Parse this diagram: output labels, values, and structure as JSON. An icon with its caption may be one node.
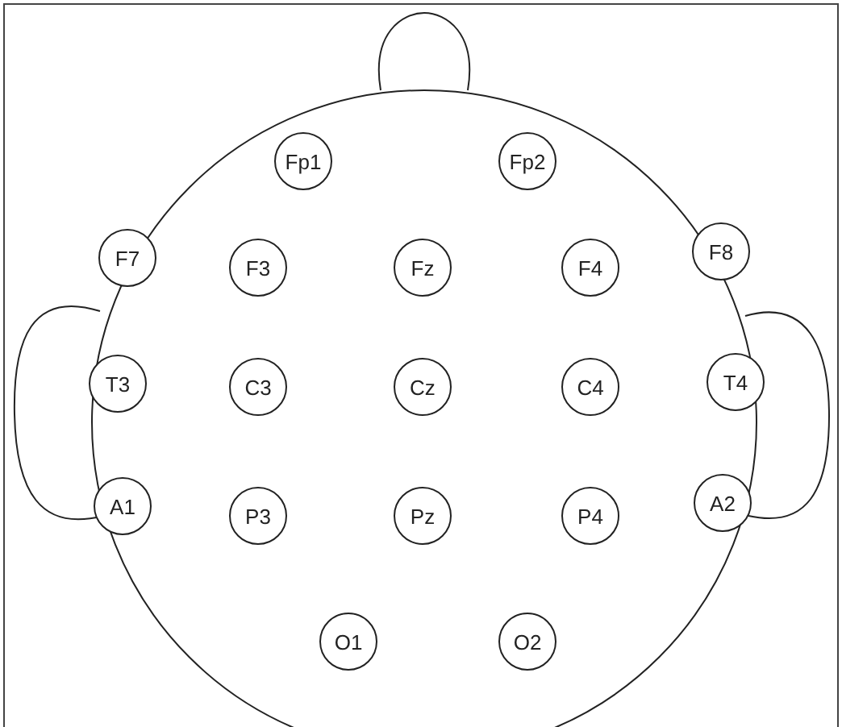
{
  "diagram": {
    "nodes": [
      {
        "text": [
          "Fp1"
        ]
      },
      {
        "text": [
          "Fp2"
        ]
      },
      {
        "text": [
          "F7"
        ]
      },
      {
        "text": [
          "F3"
        ]
      },
      {
        "text": [
          "Fz"
        ]
      },
      {
        "text": [
          "F4"
        ]
      },
      {
        "text": [
          "F8"
        ]
      },
      {
        "text": [
          "T3"
        ]
      },
      {
        "text": [
          "C3"
        ]
      },
      {
        "text": [
          "Cz"
        ]
      },
      {
        "text": [
          "C4"
        ]
      },
      {
        "text": [
          "T4"
        ]
      },
      {
        "text": [
          "A1"
        ]
      },
      {
        "text": [
          "P3"
        ]
      },
      {
        "text": [
          "Pz"
        ]
      },
      {
        "text": [
          "P4"
        ]
      },
      {
        "text": [
          "A2"
        ]
      },
      {
        "text": [
          "O1"
        ]
      },
      {
        "text": [
          "O2"
        ]
      }
    ]
  }
}
